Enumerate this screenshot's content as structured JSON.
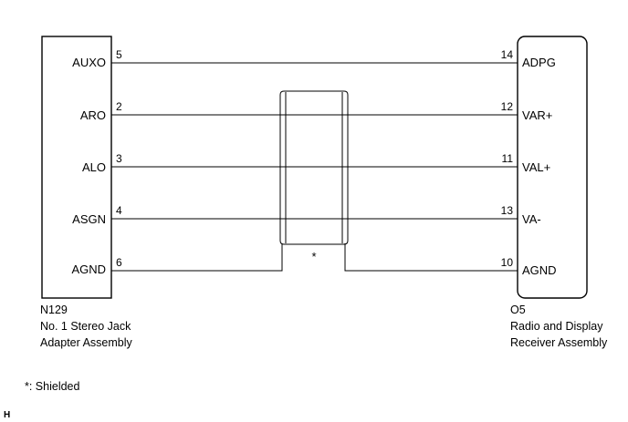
{
  "left_connector": {
    "code": "N129",
    "name_line1": "No. 1 Stereo Jack",
    "name_line2": "Adapter Assembly"
  },
  "right_connector": {
    "code": "O5",
    "name_line1": "Radio and Display",
    "name_line2": "Receiver Assembly"
  },
  "wires": [
    {
      "left_label": "AUXO",
      "left_pin": "5",
      "right_pin": "14",
      "right_label": "ADPG"
    },
    {
      "left_label": "ARO",
      "left_pin": "2",
      "right_pin": "12",
      "right_label": "VAR+"
    },
    {
      "left_label": "ALO",
      "left_pin": "3",
      "right_pin": "11",
      "right_label": "VAL+"
    },
    {
      "left_label": "ASGN",
      "left_pin": "4",
      "right_pin": "13",
      "right_label": "VA-"
    },
    {
      "left_label": "AGND",
      "left_pin": "6",
      "right_pin": "10",
      "right_label": "AGND"
    }
  ],
  "shield_marker": "*",
  "footnote": "*: Shielded",
  "corner_mark": "H"
}
